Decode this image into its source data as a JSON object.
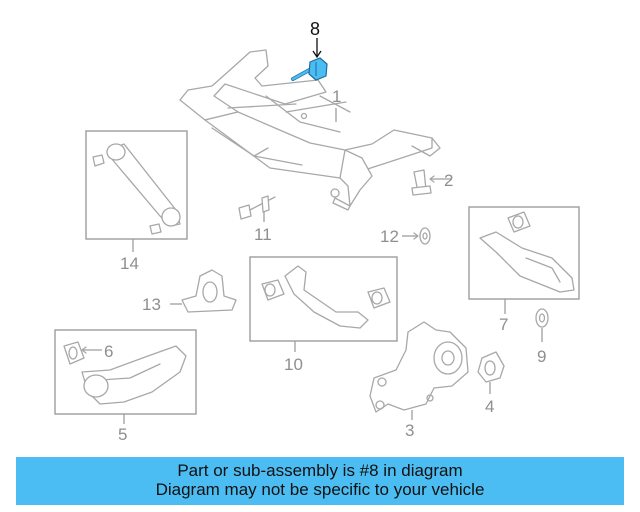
{
  "highlight_color": "#4cbdf2",
  "callouts": {
    "p1": "1",
    "p2": "2",
    "p3": "3",
    "p4": "4",
    "p5": "5",
    "p6": "6",
    "p7": "7",
    "p8": "8",
    "p9": "9",
    "p10": "10",
    "p11": "11",
    "p12": "12",
    "p13": "13",
    "p14": "14"
  },
  "banner": {
    "line1": "Part or sub-assembly is #8 in diagram",
    "line2": "Diagram may not be specific to your vehicle"
  }
}
